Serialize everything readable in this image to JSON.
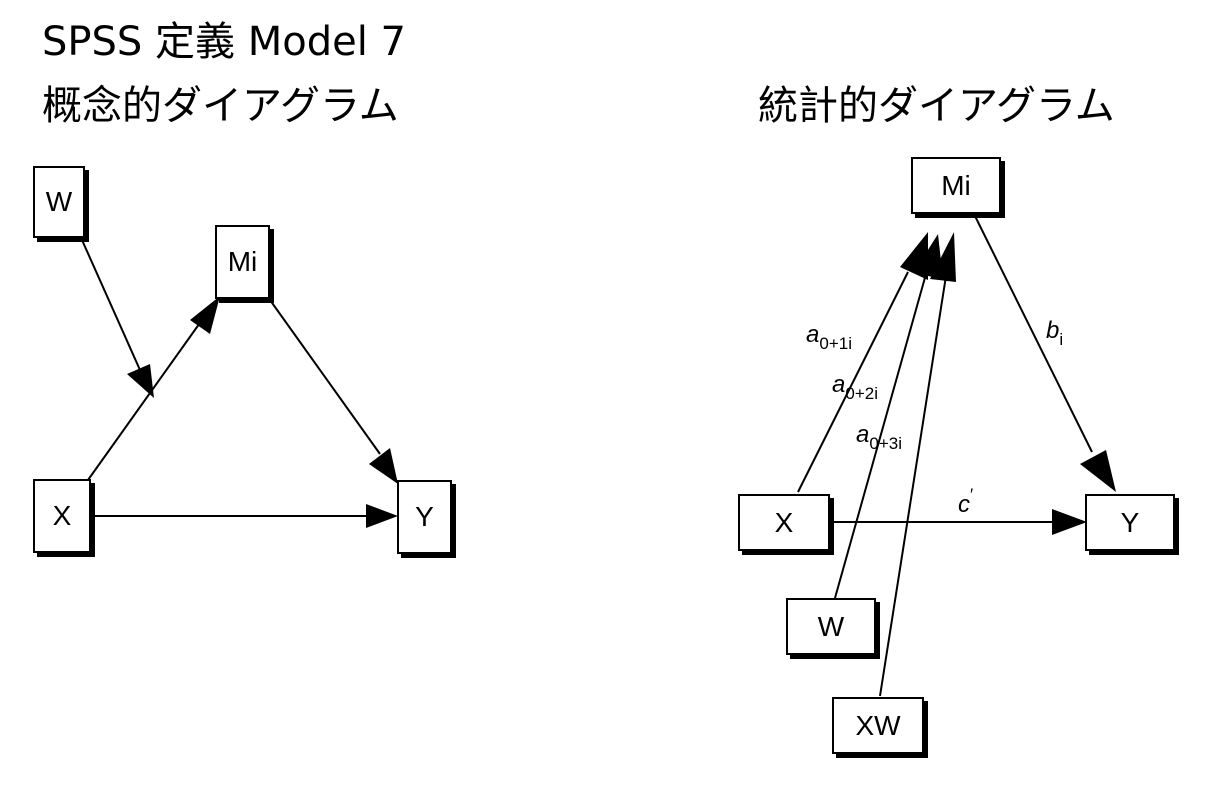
{
  "titles": {
    "heading": "SPSS 定義 Model 7",
    "conceptual": "概念的ダイアグラム",
    "statistical": "統計的ダイアグラム"
  },
  "conceptual": {
    "nodes": {
      "w": "W",
      "mi": "Mi",
      "x": "X",
      "y": "Y"
    }
  },
  "statistical": {
    "nodes": {
      "mi": "Mi",
      "x": "X",
      "y": "Y",
      "w": "W",
      "xw": "XW"
    },
    "labels": {
      "a1": {
        "main": "a",
        "sub": "0+1i"
      },
      "a2": {
        "main": "a",
        "sub": "0+2i"
      },
      "a3": {
        "main": "a",
        "sub": "0+3i"
      },
      "b": {
        "main": "b",
        "sub": "i"
      },
      "c": {
        "main": "c",
        "sup": "′"
      }
    }
  }
}
